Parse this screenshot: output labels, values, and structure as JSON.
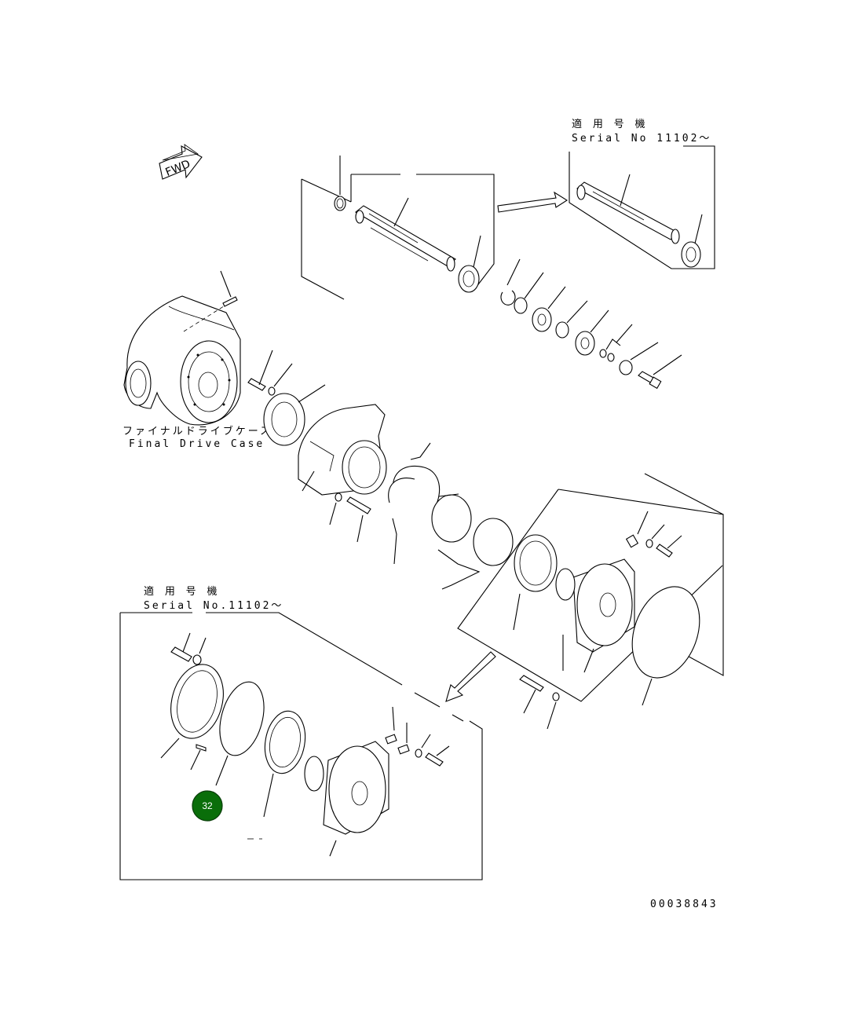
{
  "fwd_arrow": {
    "label": "FWD"
  },
  "top_right_note": {
    "line1": "適 用 号 機",
    "line2": "Serial No 11102～"
  },
  "bottom_left_note": {
    "line1": "適 用 号 機",
    "line2": "Serial No.11102～"
  },
  "case_label": {
    "jp": "ファイナルドライブケース",
    "en": "Final Drive Case"
  },
  "callout": {
    "number": "32",
    "color": "#0a6e0a"
  },
  "drawing_number": "00038843"
}
